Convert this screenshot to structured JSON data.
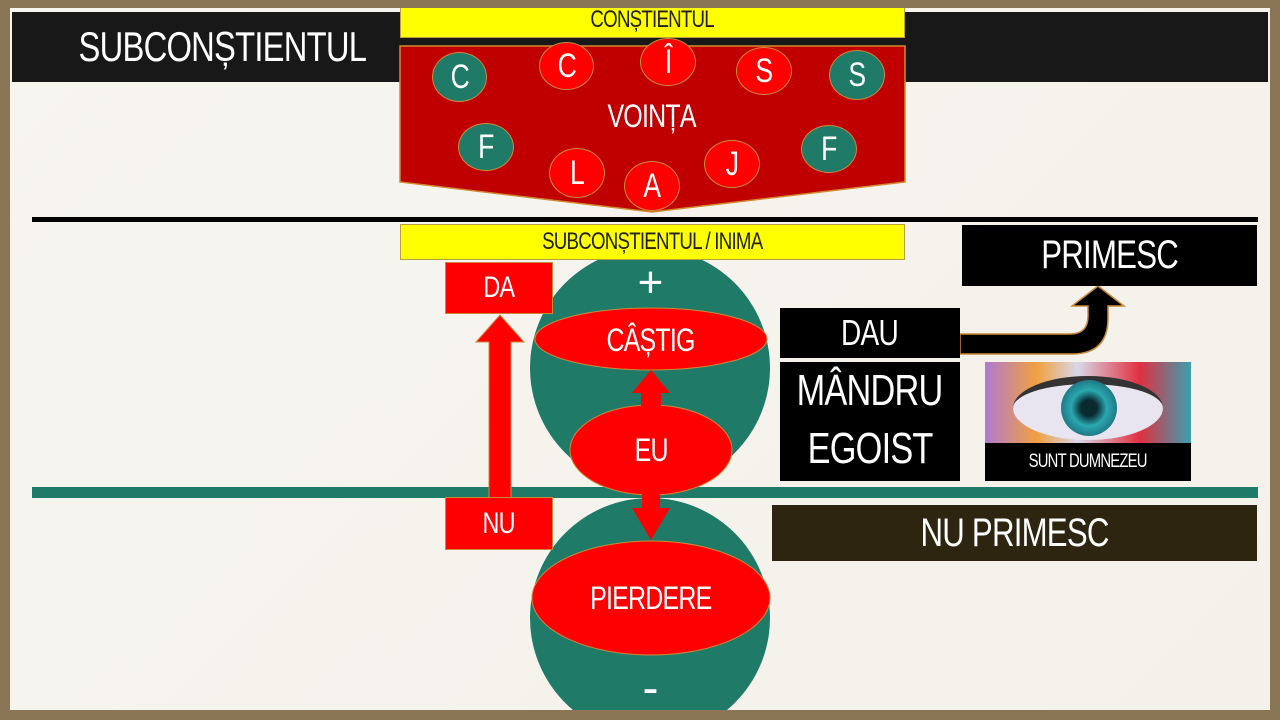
{
  "title": "SUBCONȘTIENTUL",
  "constient": {
    "label": "CONȘTIENTUL",
    "center": "VOINȚA",
    "circles": [
      "C",
      "C",
      "Î",
      "S",
      "S",
      "F",
      "L",
      "A",
      "J",
      "F"
    ]
  },
  "subconstient": {
    "label": "SUBCONȘTIENTUL / INIMA"
  },
  "plus": "+",
  "minus": "-",
  "castig": "CÂȘTIG",
  "eu": "EU",
  "pierdere": "PIERDERE",
  "da": "DA",
  "nu": "NU",
  "primesc": "PRIMESC",
  "dau": "DAU",
  "mandru": "MÂNDRU",
  "egoist": "EGOIST",
  "eye_caption": "SUNT DUMNEZEU",
  "nu_primesc": "NU PRIMESC",
  "colors": {
    "red": "#ff0000",
    "dark_red": "#c00000",
    "green": "#1f7b68",
    "yellow": "#ffff00"
  }
}
